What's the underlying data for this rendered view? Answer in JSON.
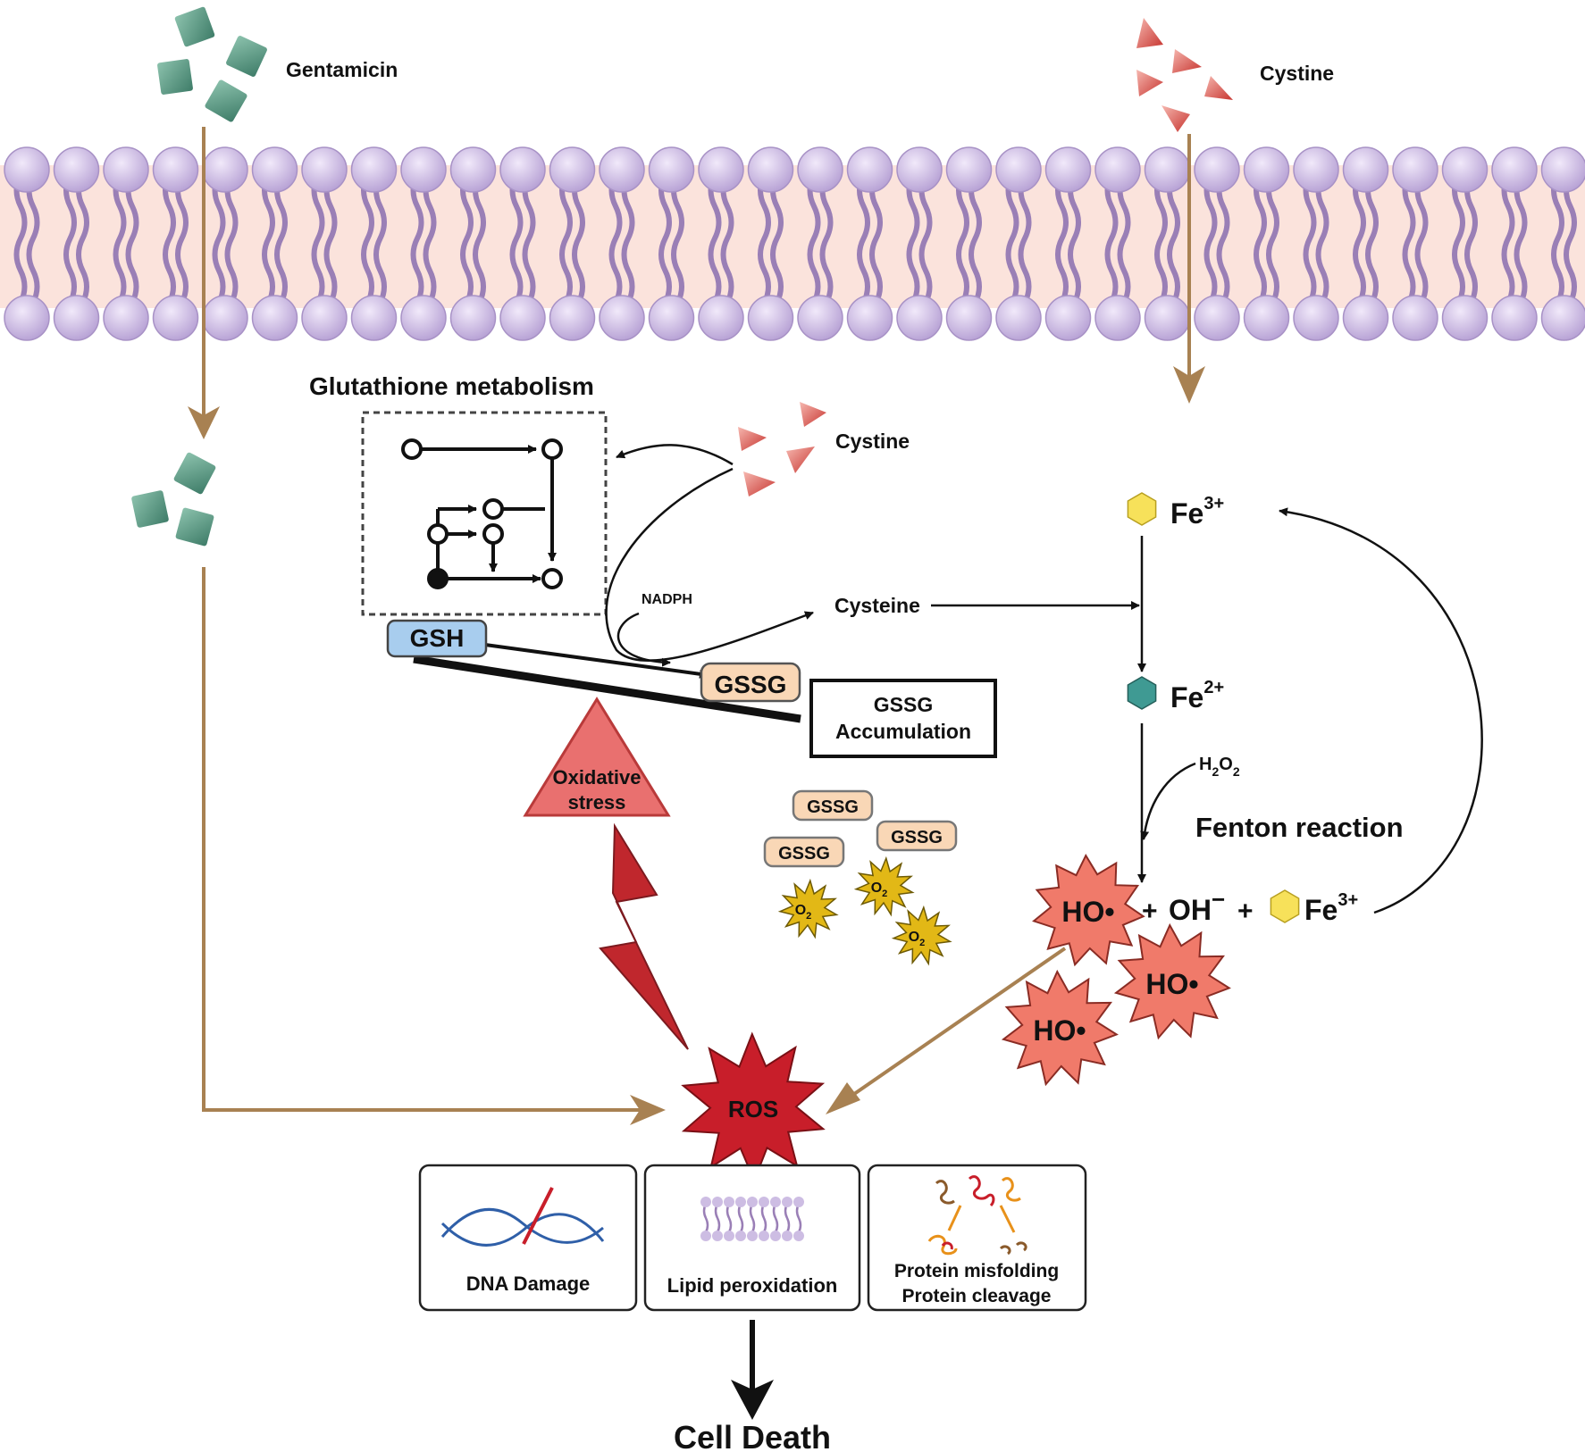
{
  "labels": {
    "gentamicin": "Gentamicin",
    "cystine_top": "Cystine",
    "glutathione_metabolism": "Glutathione metabolism",
    "cystine_mid": "Cystine",
    "nadph": "NADPH",
    "cysteine": "Cysteine",
    "gsh": "GSH",
    "gssg_main": "GSSG",
    "gssg_accumulation_line1": "GSSG",
    "gssg_accumulation_line2": "Accumulation",
    "oxidative_line1": "Oxidative",
    "oxidative_line2": "stress",
    "gssg_small": [
      "GSSG",
      "GSSG",
      "GSSG"
    ],
    "o2": "O",
    "o2_sub": "2",
    "fe3_top": "Fe",
    "fe3_top_sup": "3+",
    "fe2": "Fe",
    "fe2_sup": "2+",
    "h2o2_h": "H",
    "h2o2_2a": "2",
    "h2o2_o": "O",
    "h2o2_2b": "2",
    "fenton_reaction": "Fenton reaction",
    "ho_radical": "HO•",
    "plus1": "+",
    "oh_minus": "OH",
    "minus_sup": "−",
    "plus2": "+",
    "fe3_bottom": "Fe",
    "fe3_bottom_sup": "3+",
    "ros": "ROS",
    "dna_damage": "DNA Damage",
    "lipid_peroxidation": "Lipid peroxidation",
    "protein_line1": "Protein misfolding",
    "protein_line2": "Protein cleavage",
    "cell_death": "Cell Death"
  },
  "colors": {
    "membrane_head": "#cdbde3",
    "membrane_tail": "#9a7fb6",
    "membrane_fill": "#fbe3dc",
    "gentamicin": "#5f9a86",
    "cystine": "#d9534f",
    "brown_arrow": "#a88152",
    "gsh_fill": "#a8cdee",
    "gssg_fill": "#f9d7b6",
    "oxidative_fill": "#e9706f",
    "ros_fill": "#c81e2a",
    "lightning": "#c0272d",
    "ho_fill": "#f07a6a",
    "o2_fill": "#e2b816",
    "fe3_fill": "#f7e15a",
    "fe2_fill": "#3f9a93"
  }
}
